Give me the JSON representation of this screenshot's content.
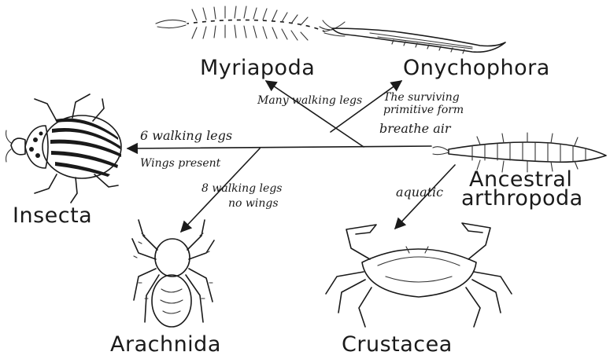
{
  "groups": {
    "myriapoda": "Myriapoda",
    "onychophora": "Onychophora",
    "insecta": "Insecta",
    "arachnida": "Arachnida",
    "crustacea": "Crustacea",
    "ancestral_line1": "Ancestral",
    "ancestral_line2": "arthropoda"
  },
  "annotations": {
    "many_walking_legs": "Many walking legs",
    "surviving_line1": "The surviving",
    "surviving_line2": "primitive form",
    "breathe_air": "breathe air",
    "six_walking_legs": "6 walking legs",
    "wings_present": "Wings present",
    "eight_walking_legs": "8 walking legs",
    "no_wings": "no wings",
    "aquatic": "aquatic"
  },
  "icons": [
    "centipede-icon",
    "onychophoran-icon",
    "beetle-icon",
    "spider-icon",
    "crab-icon",
    "ancestral-arthropod-icon"
  ]
}
